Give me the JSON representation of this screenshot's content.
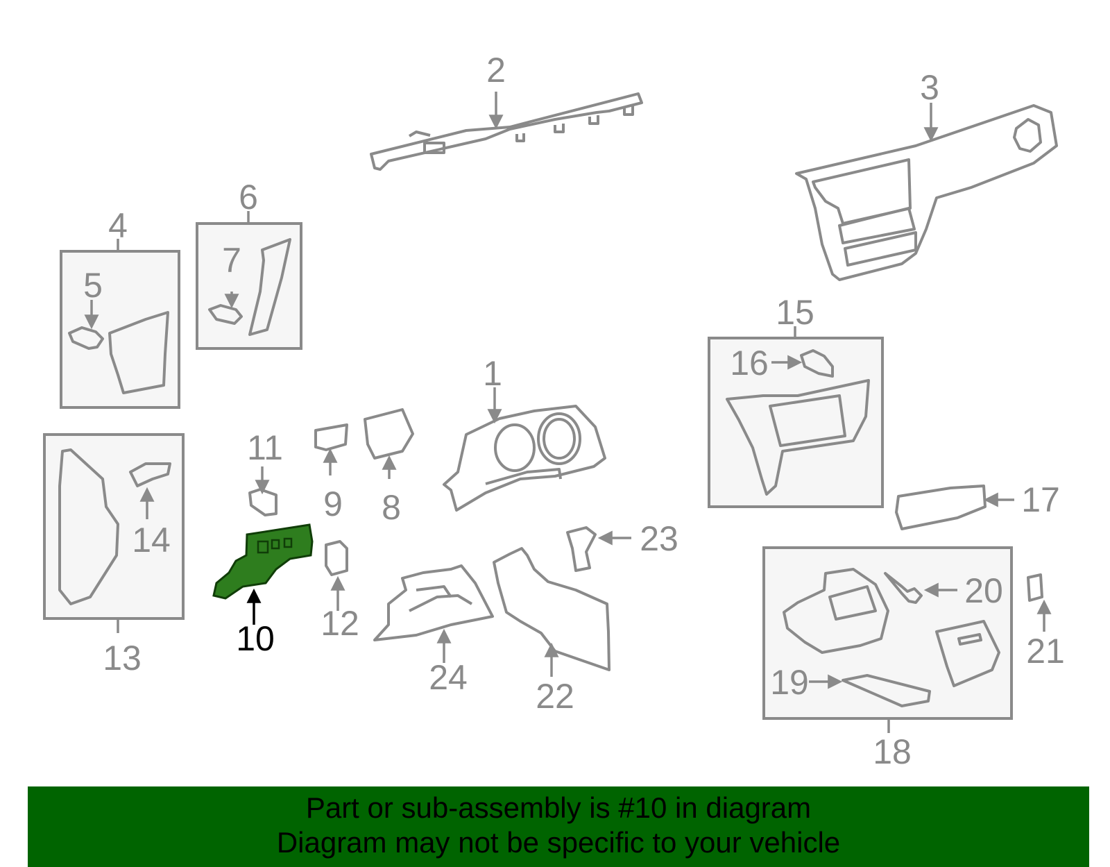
{
  "labels": {
    "n1": "1",
    "n2": "2",
    "n3": "3",
    "n4": "4",
    "n5": "5",
    "n6": "6",
    "n7": "7",
    "n8": "8",
    "n9": "9",
    "n10": "10",
    "n11": "11",
    "n12": "12",
    "n13": "13",
    "n14": "14",
    "n15": "15",
    "n16": "16",
    "n17": "17",
    "n18": "18",
    "n19": "19",
    "n20": "20",
    "n21": "21",
    "n22": "22",
    "n23": "23",
    "n24": "24"
  },
  "highlight": {
    "part": "10",
    "color": "#2e7d1e"
  },
  "banner": {
    "line1": "Part or sub-assembly is #10 in diagram",
    "line2": "Diagram may not be specific to your vehicle",
    "background": "#006400"
  }
}
